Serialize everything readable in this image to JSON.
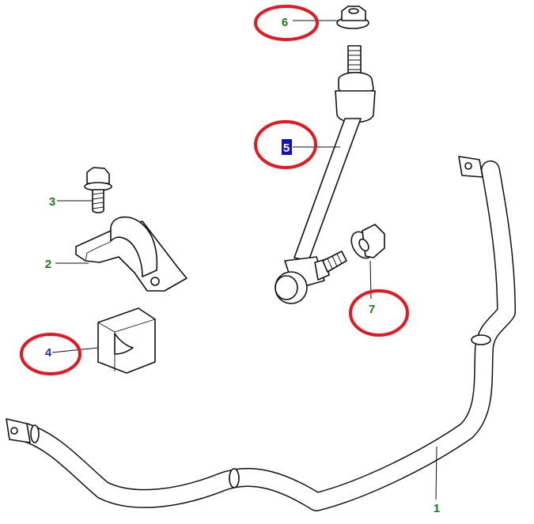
{
  "callouts": [
    {
      "id": "callout-1",
      "label": "1",
      "color": "#1a7a1a",
      "circled": false
    },
    {
      "id": "callout-2",
      "label": "2",
      "color": "#1a7a1a",
      "circled": false
    },
    {
      "id": "callout-3",
      "label": "3",
      "color": "#1a7a1a",
      "circled": false
    },
    {
      "id": "callout-4",
      "label": "4",
      "color": "#1b2fae",
      "circled": true
    },
    {
      "id": "callout-5",
      "label": "5",
      "color": "#ffffff",
      "highlight": "#1010c0",
      "circled": true
    },
    {
      "id": "callout-6",
      "label": "6",
      "color": "#1a7a1a",
      "circled": true
    },
    {
      "id": "callout-7",
      "label": "7",
      "color": "#1a7a1a",
      "circled": true
    }
  ],
  "colors": {
    "circle": "#e8161e",
    "line": "#111111",
    "background": "#ffffff"
  }
}
